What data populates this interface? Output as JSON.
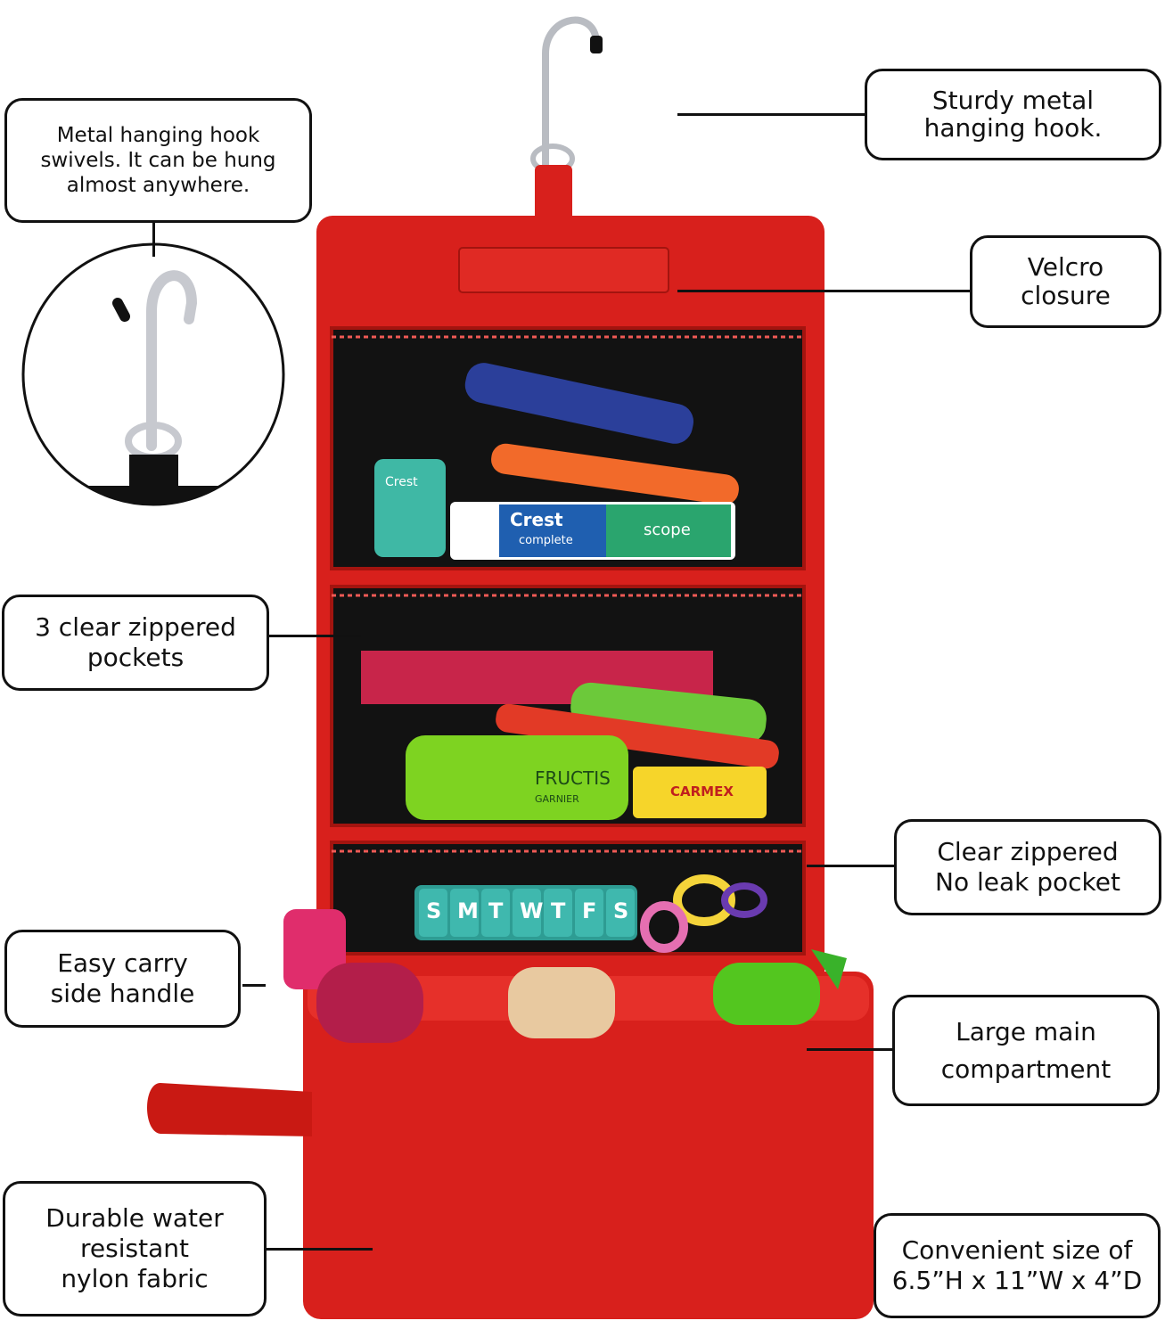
{
  "callouts": {
    "hook_swivel": "Metal hanging hook\nswivels. It can be hung\nalmost anywhere.",
    "sturdy_hook": "Sturdy metal\nhanging hook.",
    "velcro": "Velcro\nclosure",
    "zippered_pockets": "3 clear zippered\npockets",
    "no_leak": "Clear zippered\nNo leak pocket",
    "side_handle": "Easy carry\nside handle",
    "main_compartment": "Large main\ncompartment",
    "fabric": "Durable water\nresistant\nnylon fabric",
    "size": "Convenient size of\n6.5”H x 11”W x 4”D"
  },
  "product_text": {
    "pill_days": [
      "S",
      "M",
      "T",
      "W",
      "T",
      "F",
      "S"
    ],
    "toothpaste_brand": "Crest",
    "toothpaste_sub": "complete",
    "toothpaste_scope": "scope",
    "floss_brand": "Crest",
    "shampoo_brand": "FRUCTIS",
    "shampoo_maker": "GARNIER",
    "lip_balm": "CARMEX"
  },
  "colors": {
    "bag_red": "#d8201c",
    "bag_dark_red": "#a3140f",
    "pocket_black": "#121212",
    "outline": "#111111"
  }
}
